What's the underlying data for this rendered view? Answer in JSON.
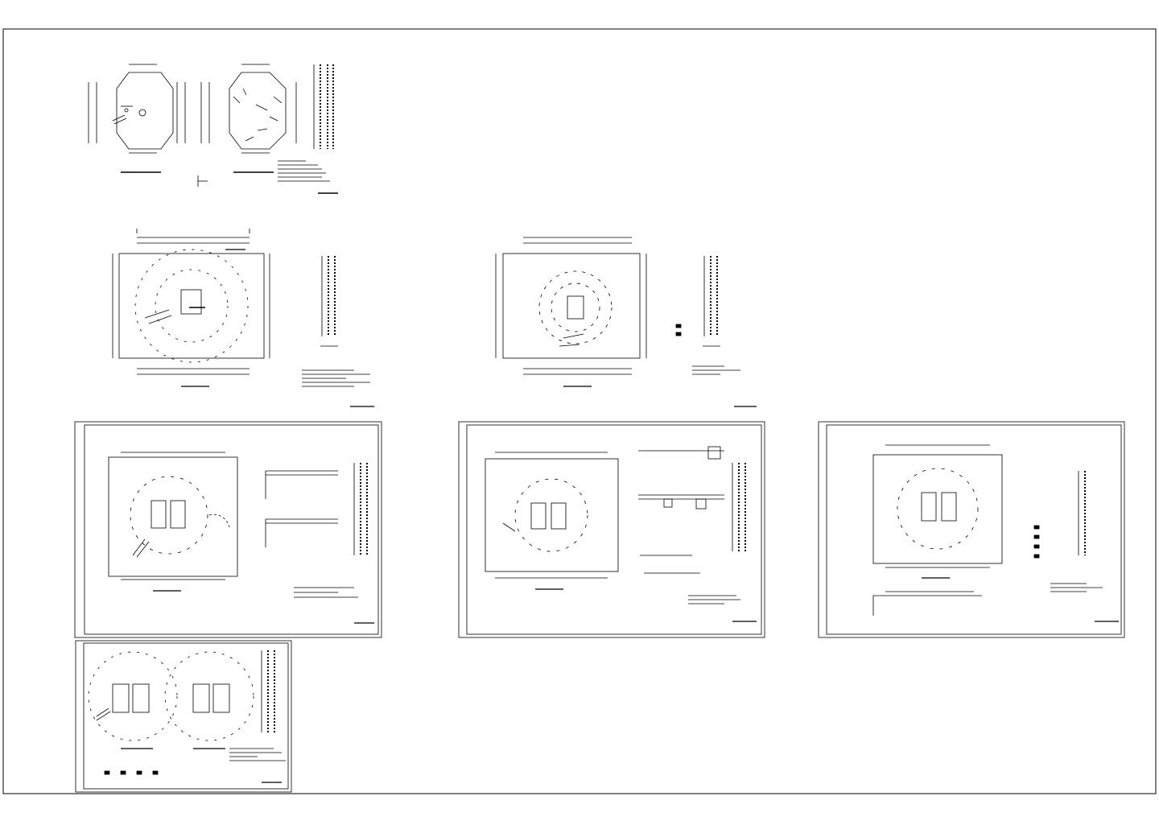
{
  "app": {
    "view": "CAD model space (structural drawing sheets)"
  },
  "colors": {
    "background": "#ffffff",
    "linework": "#000000"
  },
  "drawing": {
    "sheets": [
      {
        "name": "sheet-roof-plans",
        "framed": false
      },
      {
        "name": "sheet-level-plan-a",
        "framed": false
      },
      {
        "name": "sheet-level-plan-b",
        "framed": false
      },
      {
        "name": "sheet-plan-with-sections-1",
        "framed": true
      },
      {
        "name": "sheet-plan-with-sections-2",
        "framed": true
      },
      {
        "name": "sheet-plan-with-sections-3",
        "framed": true
      },
      {
        "name": "sheet-twin-plans",
        "framed": true
      }
    ]
  }
}
